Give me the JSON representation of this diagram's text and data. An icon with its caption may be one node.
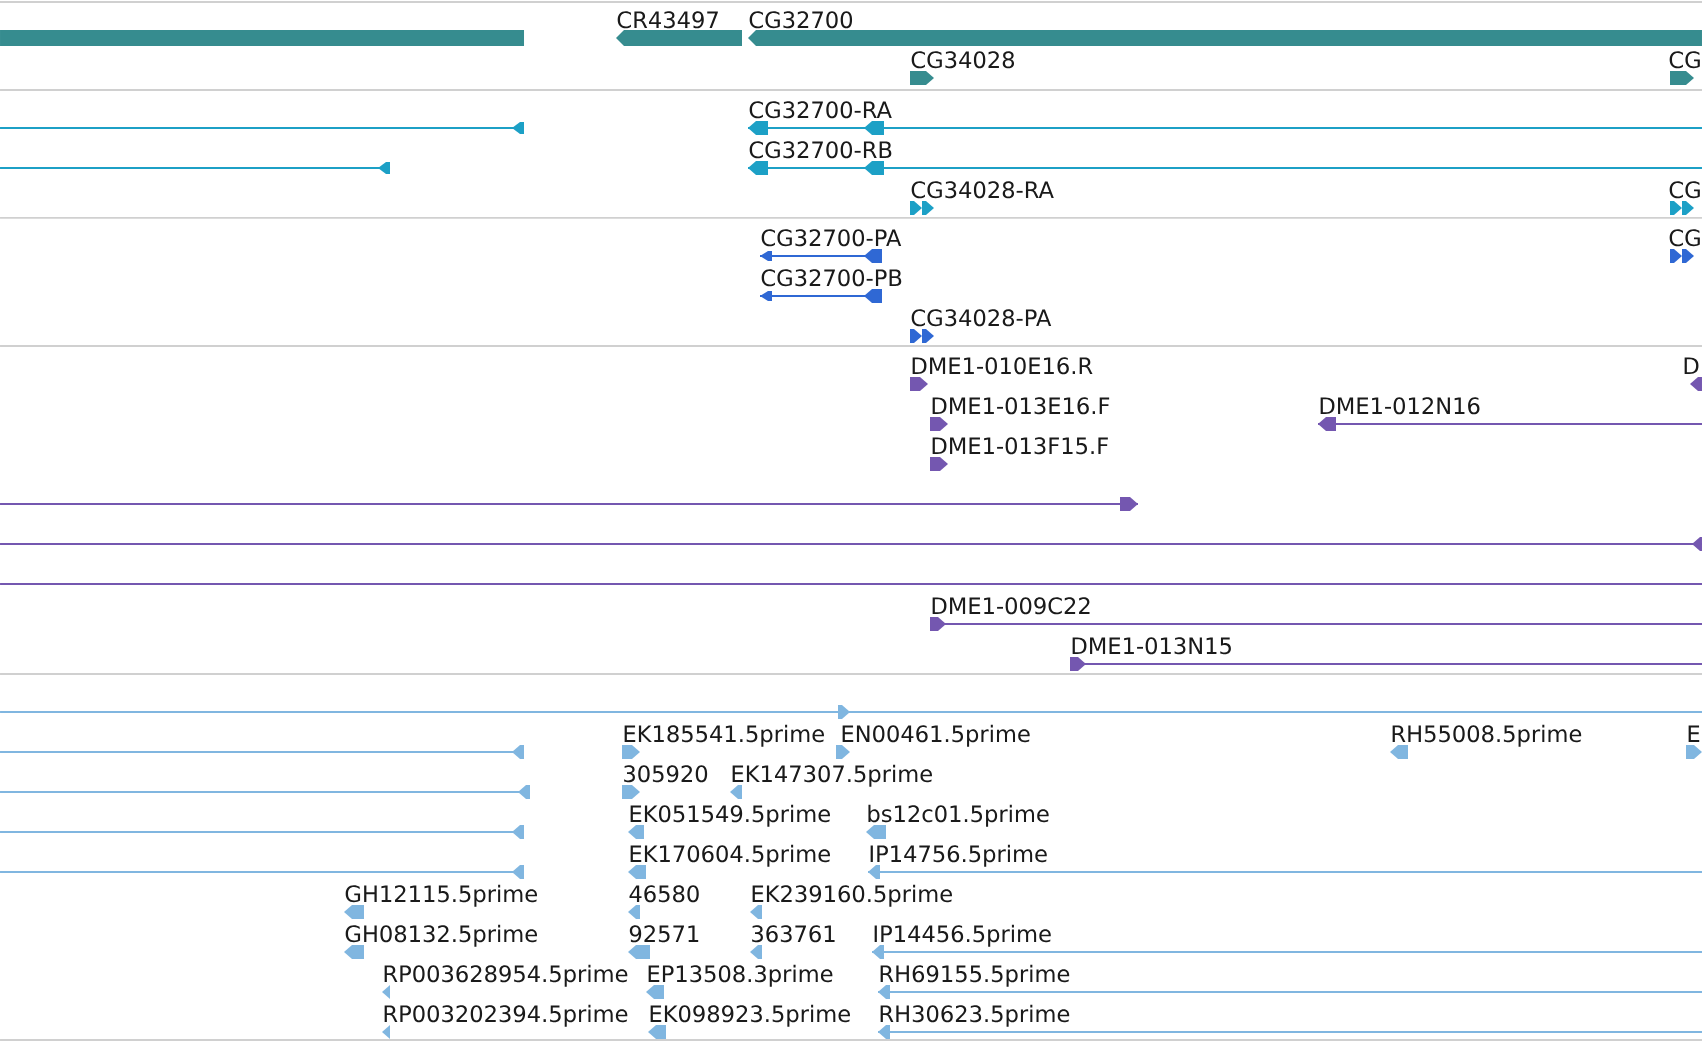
{
  "diagram": {
    "labels": [
      "CR43497",
      "CG32700",
      "CG34028",
      "CG",
      "CG32700-RA",
      "CG32700-RB",
      "CG34028-RA",
      "CG",
      "CG32700-PA",
      "CG",
      "CG32700-PB",
      "CG34028-PA",
      "DME1-010E16.R",
      "D",
      "DME1-013E16.F",
      "DME1-012N16",
      "DME1-013F15.F",
      "DME1-009C22",
      "DME1-013N15",
      "EK185541.5prime",
      "EN00461.5prime",
      "RH55008.5prime",
      "E",
      "305920",
      "EK147307.5prime",
      "EK051549.5prime",
      "bs12c01.5prime",
      "EK170604.5prime",
      "IP14756.5prime",
      "GH12115.5prime",
      "46580",
      "EK239160.5prime",
      "GH08132.5prime",
      "92571",
      "363761",
      "IP14456.5prime",
      "RP003628954.5prime",
      "EP13508.3prime",
      "RH69155.5prime",
      "RP003202394.5prime",
      "EK098923.5prime",
      "RH30623.5prime"
    ]
  }
}
